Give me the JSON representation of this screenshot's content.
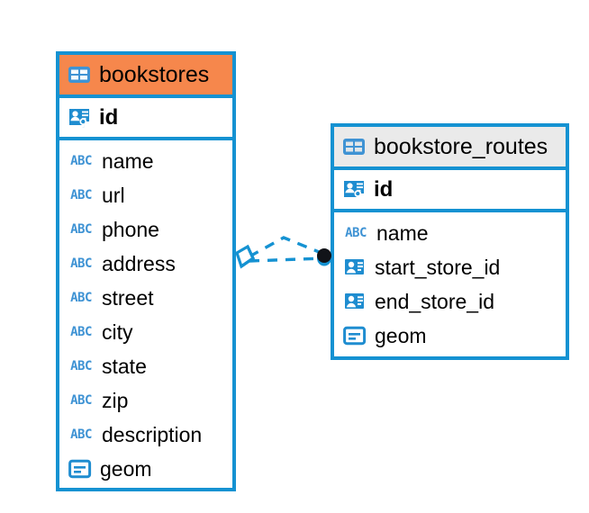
{
  "diagram": {
    "type": "entity-relationship-diagram",
    "background_color": "#ffffff",
    "accent_color": "#1592d2",
    "highlight_color": "#f6874c",
    "gray_header_color": "#eaeaea",
    "icon_color": "#3f93d4"
  },
  "tables": [
    {
      "name": "bookstores",
      "title": "bookstores",
      "header_style": "orange",
      "header_icon": "table-icon",
      "primary_key": {
        "label": "id",
        "icon": "primary-key-icon"
      },
      "fields": [
        {
          "label": "name",
          "icon": "abc-icon",
          "icon_text": "ABC"
        },
        {
          "label": "url",
          "icon": "abc-icon",
          "icon_text": "ABC"
        },
        {
          "label": "phone",
          "icon": "abc-icon",
          "icon_text": "ABC"
        },
        {
          "label": "address",
          "icon": "abc-icon",
          "icon_text": "ABC"
        },
        {
          "label": "street",
          "icon": "abc-icon",
          "icon_text": "ABC"
        },
        {
          "label": "city",
          "icon": "abc-icon",
          "icon_text": "ABC"
        },
        {
          "label": "state",
          "icon": "abc-icon",
          "icon_text": "ABC"
        },
        {
          "label": "zip",
          "icon": "abc-icon",
          "icon_text": "ABC"
        },
        {
          "label": "description",
          "icon": "abc-icon",
          "icon_text": "ABC"
        },
        {
          "label": "geom",
          "icon": "geometry-icon",
          "icon_text": ""
        }
      ]
    },
    {
      "name": "bookstore_routes",
      "title": "bookstore_routes",
      "header_style": "gray",
      "header_icon": "table-icon",
      "primary_key": {
        "label": "id",
        "icon": "primary-key-icon"
      },
      "fields": [
        {
          "label": "name",
          "icon": "abc-icon",
          "icon_text": "ABC"
        },
        {
          "label": "start_store_id",
          "icon": "foreign-key-icon",
          "icon_text": ""
        },
        {
          "label": "end_store_id",
          "icon": "foreign-key-icon",
          "icon_text": ""
        },
        {
          "label": "geom",
          "icon": "geometry-icon",
          "icon_text": ""
        }
      ]
    }
  ],
  "relationships": [
    {
      "from_table": "bookstores",
      "to_table": "bookstore_routes",
      "from_marker": "polygon-marker",
      "to_marker": "filled-circle-marker",
      "line_style": "dashed",
      "line_color": "#1592d2",
      "branches": 2
    }
  ]
}
